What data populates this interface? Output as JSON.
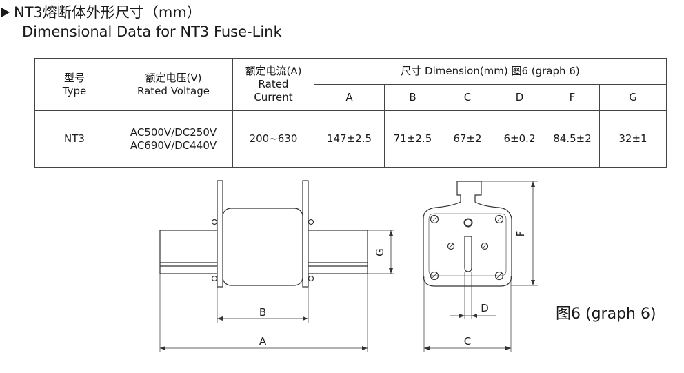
{
  "heading": {
    "title_cn": "NT3熔断体外形尺寸（mm）",
    "title_en": "Dimensional Data for NT3 Fuse-Link"
  },
  "table": {
    "headers": {
      "type_cn": "型号",
      "type_en": "Type",
      "voltage_cn": "额定电压(V)",
      "voltage_en": "Rated Voltage",
      "current_cn": "额定电流(A)",
      "current_en1": "Rated",
      "current_en2": "Current",
      "dimension": "尺寸 Dimension(mm) 图6 (graph 6)",
      "cols": [
        "A",
        "B",
        "C",
        "D",
        "F",
        "G"
      ]
    },
    "row": {
      "type": "NT3",
      "voltage1": "AC500V/DC250V",
      "voltage2": "AC690V/DC440V",
      "current": "200~630",
      "values": [
        "147±2.5",
        "71±2.5",
        "67±2",
        "6±0.2",
        "84.5±2",
        "32±1"
      ]
    }
  },
  "drawing": {
    "labels": {
      "A": "A",
      "B": "B",
      "C": "C",
      "D": "D",
      "F": "F",
      "G": "G"
    }
  },
  "caption": "图6 (graph 6)"
}
